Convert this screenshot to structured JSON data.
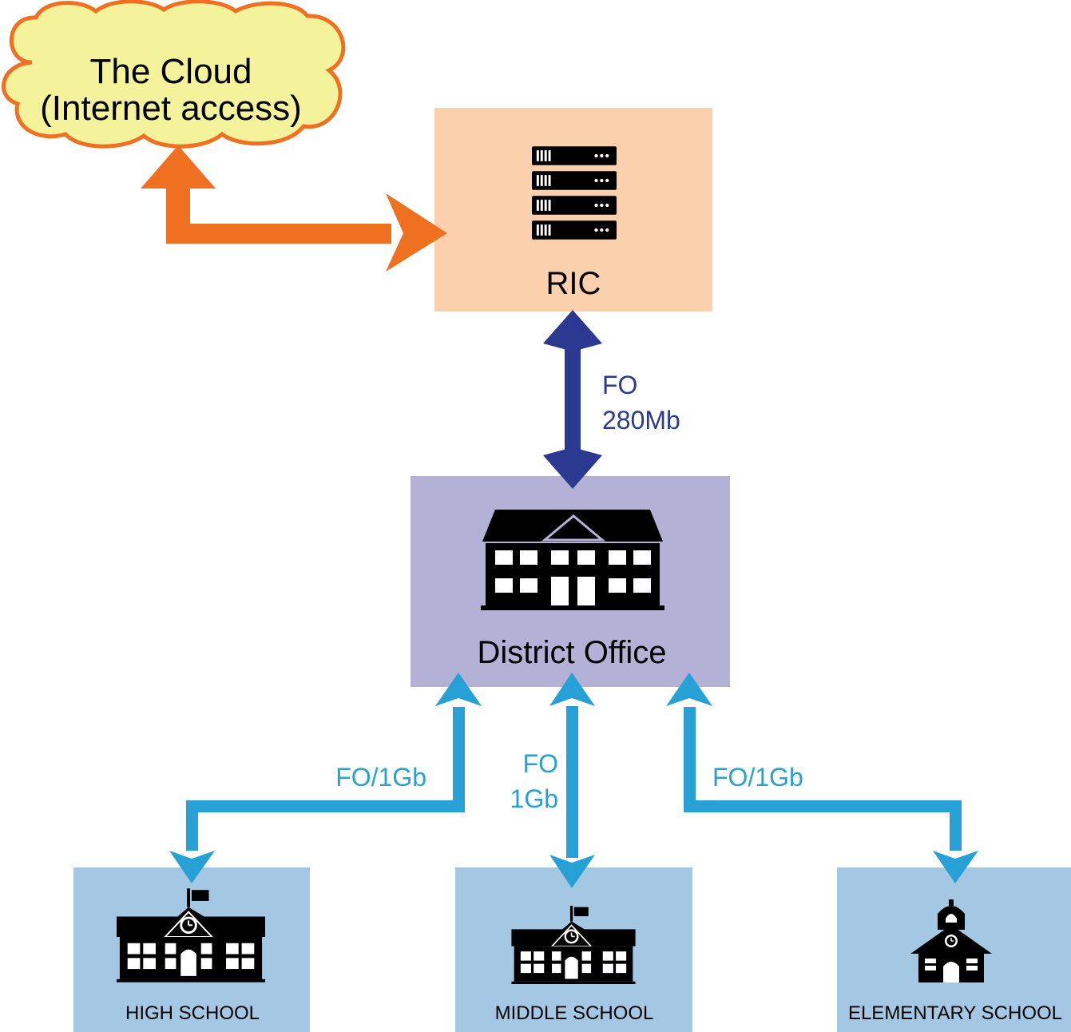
{
  "cloud": {
    "line1": "The Cloud",
    "line2": "(Internet access)"
  },
  "ric": {
    "label": "RIC"
  },
  "district": {
    "label": "District Office"
  },
  "links": {
    "ric_district": {
      "line1": "FO",
      "line2": "280Mb"
    },
    "to_high": "FO/1Gb",
    "to_middle": {
      "line1": "FO",
      "line2": "1Gb"
    },
    "to_elementary": "FO/1Gb"
  },
  "schools": {
    "high": "HIGH SCHOOL",
    "middle": "MIDDLE SCHOOL",
    "elementary": "ELEMENTARY SCHOOL"
  },
  "icons": {
    "ric": "server-rack-icon",
    "district": "district-building-icon",
    "high": "high-school-icon",
    "middle": "middle-school-icon",
    "elementary": "elementary-school-icon"
  },
  "colors": {
    "cloud_fill": "#f5f29c",
    "cloud_stroke": "#f07022",
    "orange_arrow": "#f07022",
    "ric_box": "#fbd0ac",
    "navy_arrow": "#2b3990",
    "district_box": "#b4b1d6",
    "blue_arrow": "#27a0d6",
    "school_box": "#a4c8e4"
  }
}
